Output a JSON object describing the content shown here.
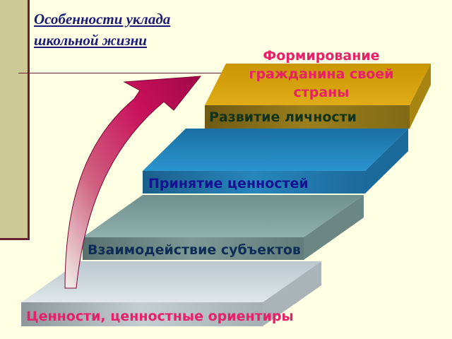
{
  "title": {
    "line1": "Особенности уклада",
    "line2": "школьной жизни"
  },
  "top_caption": "Формирование гражданина своей страны",
  "steps": [
    {
      "label": "Развитие личности"
    },
    {
      "label": "Принятие ценностей"
    },
    {
      "label": "Взаимодействие субъектов"
    },
    {
      "label": "Ценности, ценностные ориентиры"
    }
  ],
  "colors": {
    "background": "#ffffe3",
    "sidebar": "#cdc995",
    "accent_line": "#6b1f33",
    "title_text": "#1a1a7a",
    "top_caption_text": "#e8206a",
    "arrow": "#c8105a",
    "step_gold": "#d4a010",
    "step_blue": "#1f86c0",
    "step_gray": "#7f9f9c",
    "step_light": "#c8d4d8"
  },
  "step_text_colors": [
    "#12321a",
    "#15138f",
    "#0e2c56",
    "#e8206a"
  ],
  "icons": {
    "arrow": "curved-up-right-arrow"
  }
}
